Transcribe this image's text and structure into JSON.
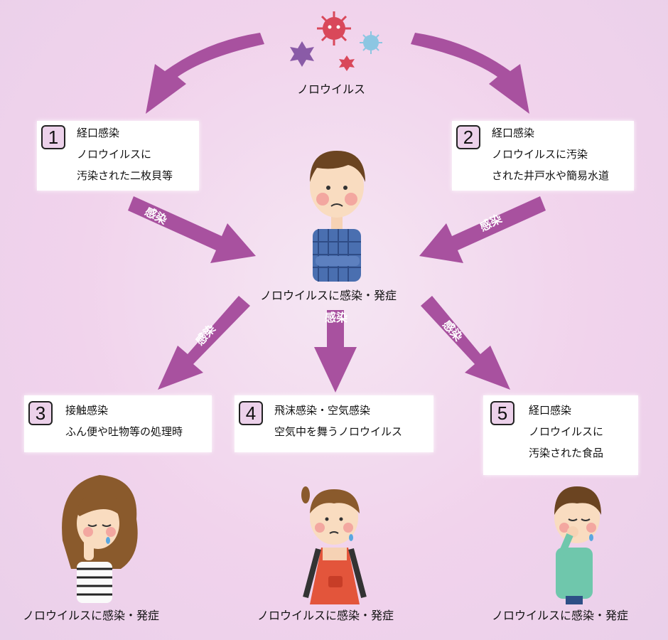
{
  "source_label": "ノロウイルス",
  "center_label": "ノロウイルスに感染・発症",
  "arrow_label": "感染",
  "boxes": [
    {
      "num": "1",
      "lines": [
        "経口感染",
        "ノロウイルスに",
        "汚染された二枚貝等"
      ]
    },
    {
      "num": "2",
      "lines": [
        "経口感染",
        "ノロウイルスに汚染",
        "された井戸水や簡易水道"
      ]
    },
    {
      "num": "3",
      "lines": [
        "接触感染",
        "ふん便や吐物等の処理時"
      ]
    },
    {
      "num": "4",
      "lines": [
        "飛沫感染・空気感染",
        "空気中を舞うノロウイルス"
      ]
    },
    {
      "num": "5",
      "lines": [
        "経口感染",
        "ノロウイルスに",
        "汚染された食品"
      ]
    }
  ],
  "bottom_labels": [
    "ノロウイルスに感染・発症",
    "ノロウイルスに感染・発症",
    "ノロウイルスに感染・発症"
  ],
  "colors": {
    "arrow": "#a8519f",
    "box_number_bg": "#ecd1ea",
    "virus_red": "#d9485a",
    "virus_purple": "#8a5ba7",
    "virus_blue": "#8cc6e2"
  }
}
